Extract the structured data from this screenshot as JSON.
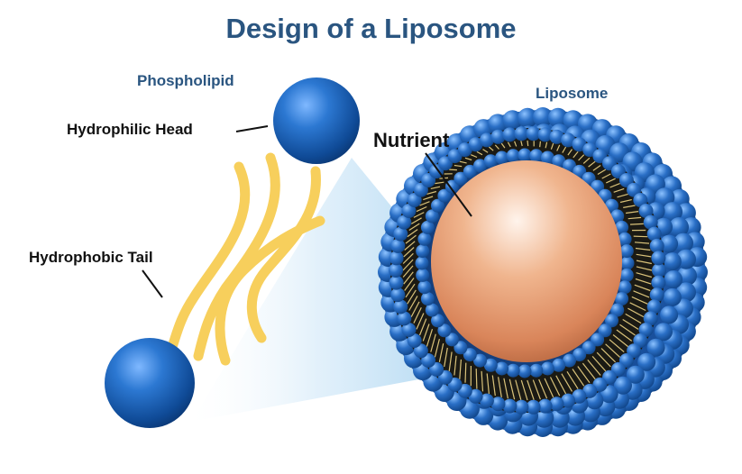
{
  "title": "Design of a Liposome",
  "labels": {
    "phospholipid": "Phospholipid",
    "hydrophilic_head": "Hydrophilic Head",
    "hydrophobic_tail": "Hydrophobic Tail",
    "nutrient": "Nutrient",
    "liposome": "Liposome"
  },
  "colors": {
    "title_text": "#2a5580",
    "head_blue": "#1e64b4",
    "tail_yellow": "#f7cf5c",
    "nutrient_orange": "#e39a6e",
    "bilayer_dark": "#1a1a1a"
  }
}
